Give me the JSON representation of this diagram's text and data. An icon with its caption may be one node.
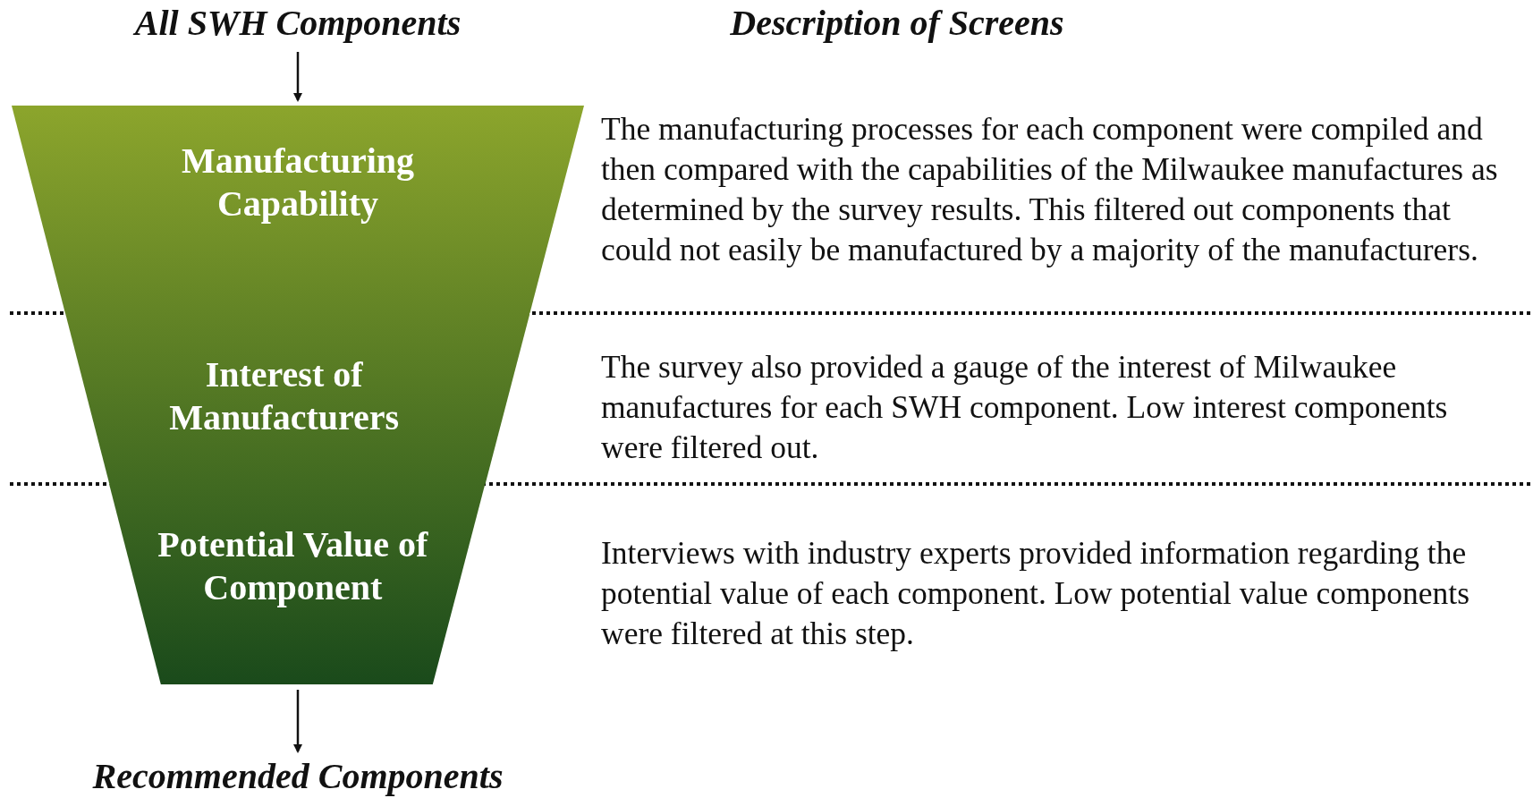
{
  "diagram": {
    "nodes": [
      {
        "text": [
          "All SWH Components"
        ]
      },
      {
        "text": [
          "Manufacturing Capability"
        ],
        "beside": [
          "The manufacturing processes for each component were compiled and then compared with the capabilities of the Milwaukee manufactures as determined by the survey results.  This filtered out components that could not easily be manufactured by a majority of the manufacturers."
        ]
      },
      {
        "text": [
          "Interest of Manufacturers"
        ],
        "beside": [
          "The survey also provided a gauge of the interest of Milwaukee manufactures for each SWH component.  Low interest components were filtered out."
        ]
      },
      {
        "text": [
          "Potential Value of Component"
        ],
        "beside": [
          "Interviews with industry experts provided information regarding the potential value of each component.  Low potential value components were filtered at this step."
        ]
      },
      {
        "text": [
          "Recommended Components"
        ]
      }
    ],
    "edges": [
      {
        "from": 0,
        "to": 1,
        "arrow": "to"
      },
      {
        "from": 3,
        "to": 4,
        "arrow": "to"
      }
    ],
    "labels": [
      "Description of Screens"
    ]
  }
}
